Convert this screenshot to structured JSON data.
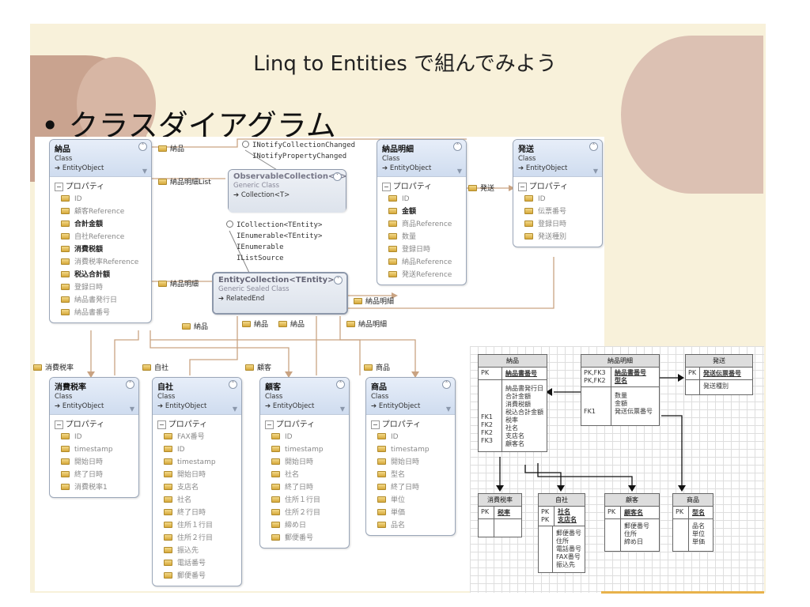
{
  "slide": {
    "title": "Linq to Entities で組んでみよう",
    "bullet": "• クラスダイアグラム",
    "colors": {
      "background": "#f8f1da",
      "blob": "#c9a38f",
      "blob_light": "#dcc1b3",
      "accent_line": "#e8b24b",
      "connector": "#c9a382"
    }
  },
  "class_diagram": {
    "section_label": "プロパティ",
    "classes": {
      "nohin": {
        "name": "納品",
        "stereotype": "Class",
        "base": "EntityObject",
        "props": [
          "ID",
          "顧客Reference",
          "合計金額",
          "自社Reference",
          "消費税額",
          "消費税率Reference",
          "税込合計額",
          "登録日時",
          "納品書発行日",
          "納品書番号"
        ]
      },
      "meisai": {
        "name": "納品明細",
        "stereotype": "Class",
        "base": "EntityObject",
        "props": [
          "ID",
          "金額",
          "商品Reference",
          "数量",
          "登録日時",
          "納品Reference",
          "発送Reference"
        ]
      },
      "hasso": {
        "name": "発送",
        "stereotype": "Class",
        "base": "EntityObject",
        "props": [
          "ID",
          "伝票番号",
          "登録日時",
          "発送種別"
        ]
      },
      "obscoll": {
        "name": "ObservableCollection<T>",
        "stereotype": "Generic Class",
        "base": "Collection<T>"
      },
      "entcoll": {
        "name": "EntityCollection<TEntity>",
        "stereotype": "Generic Sealed Class",
        "base": "RelatedEnd"
      },
      "zeiritsu": {
        "name": "消費税率",
        "stereotype": "Class",
        "base": "EntityObject",
        "props": [
          "ID",
          "timestamp",
          "開始日時",
          "終了日時",
          "消費税率1"
        ]
      },
      "jisha": {
        "name": "自社",
        "stereotype": "Class",
        "base": "EntityObject",
        "props": [
          "FAX番号",
          "ID",
          "timestamp",
          "開始日時",
          "支店名",
          "社名",
          "終了日時",
          "住所１行目",
          "住所２行目",
          "振込先",
          "電話番号",
          "郵便番号"
        ]
      },
      "kokyaku": {
        "name": "顧客",
        "stereotype": "Class",
        "base": "EntityObject",
        "props": [
          "ID",
          "timestamp",
          "開始日時",
          "社名",
          "終了日時",
          "住所１行目",
          "住所２行目",
          "締め日",
          "郵便番号"
        ]
      },
      "shohin": {
        "name": "商品",
        "stereotype": "Class",
        "base": "EntityObject",
        "props": [
          "ID",
          "timestamp",
          "開始日時",
          "型名",
          "終了日時",
          "単位",
          "単価",
          "品名"
        ]
      }
    },
    "interfaces_top": [
      "INotifyCollectionChanged",
      "INotifyPropertyChanged"
    ],
    "interfaces_mid": [
      "ICollection<TEntity>",
      "IEnumerable<TEntity>",
      "IEnumerable",
      "IListSource"
    ],
    "assoc_labels": {
      "a1": "納品",
      "a2": "納品明細List",
      "a3": "発送",
      "a4": "納品明細",
      "a5": "納品明細",
      "a6": "納品",
      "a7": "納品",
      "a8": "納品",
      "a9": "納品明細",
      "a10": "消費税率",
      "a11": "自社",
      "a12": "顧客",
      "a13": "商品"
    }
  },
  "erd": {
    "pk_label": "PK",
    "tables": {
      "nohin": {
        "name": "納品",
        "pk": "納品書番号",
        "fk_keys": "\n\n\n\nFK1\nFK2\nFK2\nFK3",
        "fields": "納品書発行日\n合計金額\n消費税額\n税込合計金額\n税率\n社名\n支店名\n顧客名"
      },
      "meisai": {
        "name": "納品明細",
        "pk_keys": "PK,FK3\nPK,FK2",
        "pk": "納品書番号\n型名",
        "fk_keys": "\n\nFK1",
        "fields": "数量\n金額\n発送伝票番号"
      },
      "hasso": {
        "name": "発送",
        "pk": "発送伝票番号",
        "fields": "発送種別"
      },
      "zeiritsu": {
        "name": "消費税率",
        "pk": "税率"
      },
      "jisha": {
        "name": "自社",
        "pk_keys": "PK\nPK",
        "pk": "社名\n支店名",
        "fields": "郵便番号\n住所\n電話番号\nFAX番号\n振込先"
      },
      "kokyaku": {
        "name": "顧客",
        "pk": "顧客名",
        "fields": "郵便番号\n住所\n締め日"
      },
      "shohin": {
        "name": "商品",
        "pk": "型名",
        "fields": "品名\n単位\n単価"
      }
    }
  }
}
